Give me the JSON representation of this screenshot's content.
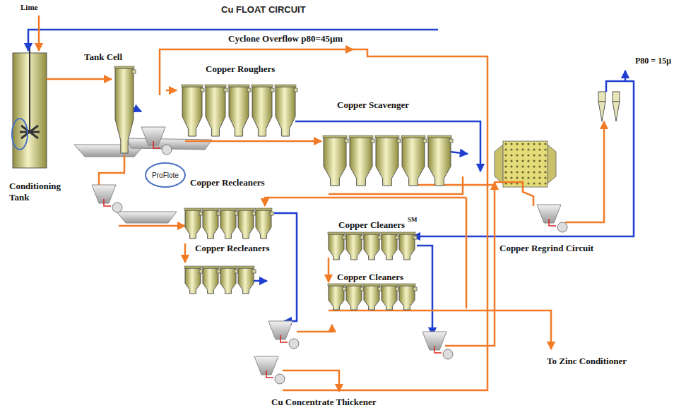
{
  "diagram": {
    "title": "Cu FLOAT CIRCUIT",
    "nodes": [
      {
        "text": [
          "ProFlote"
        ]
      }
    ],
    "labels": [
      "Lime",
      "Cyclone Overflow p80=45μm",
      "Tank Cell",
      "Copper Roughers",
      "P80 = 15μ",
      "Copper Scavenger",
      "Conditioning Tank",
      "Copper Recleaners",
      "Copper Cleaners",
      "SM",
      "Copper Regrind Circuit",
      "Copper Recleaners",
      "Copper Cleaners",
      "To Zinc Conditioner",
      "Cu Concentrate Thickener"
    ]
  }
}
